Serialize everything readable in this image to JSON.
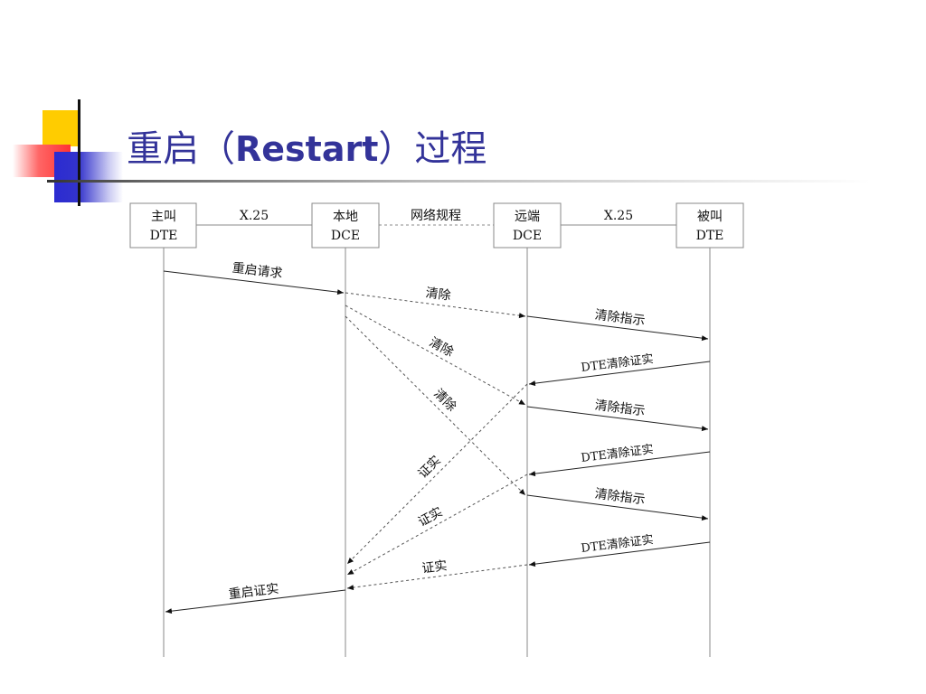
{
  "slide": {
    "title_prefix": "重启（",
    "title_en": "Restart",
    "title_suffix": "）过程"
  },
  "entities": [
    {
      "line1": "主叫",
      "line2": "DTE"
    },
    {
      "line1": "本地",
      "line2": "DCE"
    },
    {
      "line1": "远端",
      "line2": "DCE"
    },
    {
      "line1": "被叫",
      "line2": "DTE"
    }
  ],
  "links": {
    "left": "X.25",
    "middle": "网络规程",
    "right": "X.25"
  },
  "messages": {
    "restart_request": "重启请求",
    "clear_1": "清除",
    "clear_indication_1": "清除指示",
    "clear_2": "清除",
    "dte_clear_confirm_1": "DTE清除证实",
    "clear_3": "清除",
    "clear_indication_2": "清除指示",
    "dte_clear_confirm_2": "DTE清除证实",
    "confirm_1": "证实",
    "clear_indication_3": "清除指示",
    "confirm_2": "证实",
    "dte_clear_confirm_3": "DTE清除证实",
    "confirm_3": "证实",
    "restart_confirm": "重启证实"
  },
  "colors": {
    "title": "#333399",
    "line": "#222222",
    "lifeline": "#888888"
  }
}
